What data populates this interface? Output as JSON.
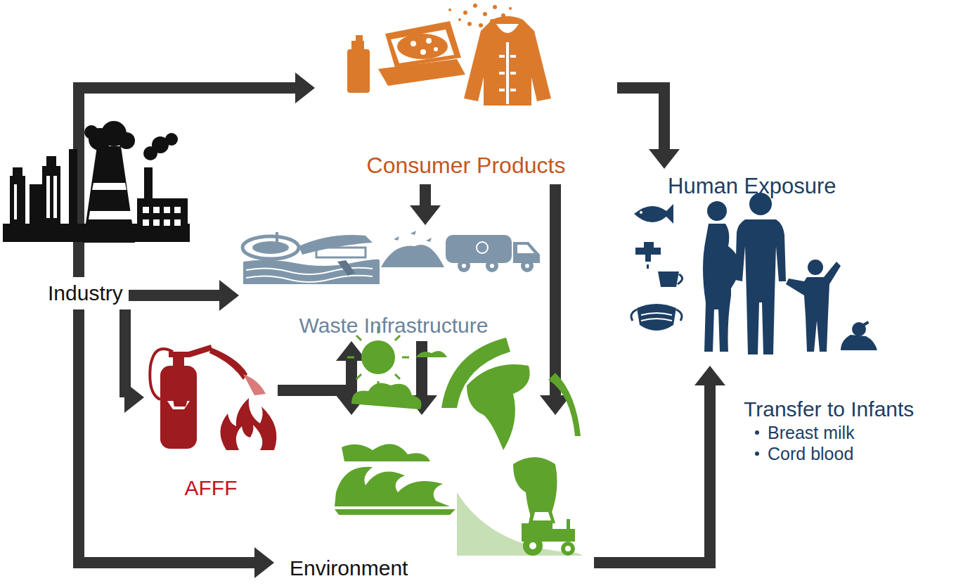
{
  "diagram": {
    "nodes": [
      {
        "text": [
          "Industry"
        ]
      },
      {
        "text": [
          "Consumer Products"
        ]
      },
      {
        "text": [
          "Waste Infrastructure"
        ]
      },
      {
        "text": [
          "AFFF"
        ]
      },
      {
        "text": [
          "Environment"
        ]
      },
      {
        "text": [
          "Human Exposure"
        ]
      },
      {
        "text": [
          "Transfer to Infants",
          "Breast milk",
          "Cord blood"
        ]
      }
    ],
    "edges": [
      {
        "from": 0,
        "to": 1,
        "arrow": "to"
      },
      {
        "from": 0,
        "to": 2,
        "arrow": "to"
      },
      {
        "from": 0,
        "to": 3,
        "arrow": "to"
      },
      {
        "from": 0,
        "to": 4,
        "arrow": "to"
      },
      {
        "from": 1,
        "to": 5,
        "arrow": "to"
      },
      {
        "from": 1,
        "to": 2,
        "arrow": "to"
      },
      {
        "from": 1,
        "to": 4,
        "arrow": "to"
      },
      {
        "from": 3,
        "to": 2,
        "arrow": "to"
      },
      {
        "from": 3,
        "to": 4,
        "arrow": "to"
      },
      {
        "from": 2,
        "to": 4,
        "arrow": "to"
      },
      {
        "from": 4,
        "to": 5,
        "arrow": "to"
      }
    ]
  }
}
